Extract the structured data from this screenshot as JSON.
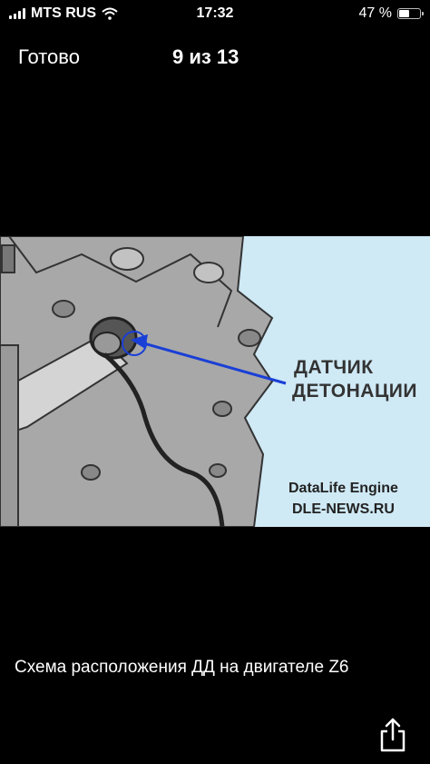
{
  "status_bar": {
    "carrier": "MTS RUS",
    "time": "17:32",
    "battery_percent": "47 %",
    "battery_level": 0.47
  },
  "header": {
    "done_label": "Готово",
    "counter": "9 из 13"
  },
  "photo": {
    "label_line1": "ДАТЧИК",
    "label_line2": "ДЕТОНАЦИИ",
    "watermark_line1": "DataLife Engine",
    "watermark_line2": "DLE-NEWS.RU",
    "arrow_color": "#1a3fd6"
  },
  "caption": "Схема расположения ДД на двигателе Z6",
  "icons": {
    "share": "share-icon",
    "wifi": "wifi-icon",
    "signal": "signal-bars-icon",
    "battery": "battery-icon"
  }
}
